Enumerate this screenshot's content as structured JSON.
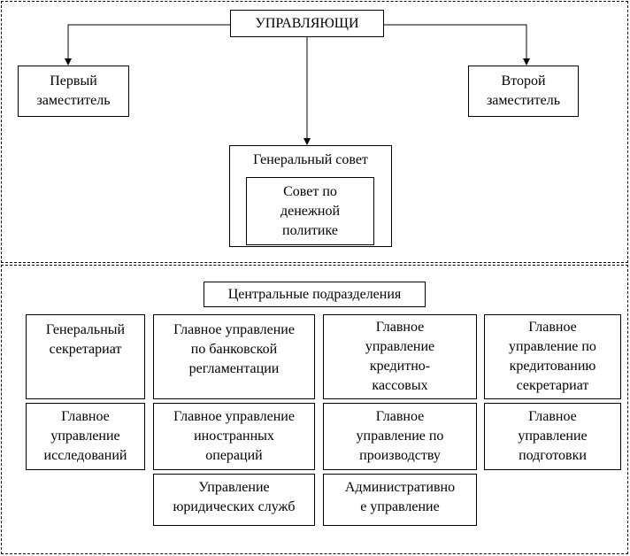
{
  "diagram": {
    "head": {
      "label": "УПРАВЛЯЮЩИ"
    },
    "first_deputy": {
      "lines": [
        "Первый",
        "заместитель"
      ]
    },
    "second_deputy": {
      "lines": [
        "Второй",
        "заместитель"
      ]
    },
    "general_council": {
      "label": "Генеральный совет",
      "inner": {
        "lines": [
          "Совет по",
          "денежной",
          "политике"
        ]
      }
    },
    "central_units": {
      "title": "Центральные подразделения",
      "units": [
        {
          "id": "general-secretariat",
          "lines": [
            "Генеральный",
            "секретариат"
          ]
        },
        {
          "id": "banking-regulation",
          "lines": [
            "Главное управление",
            "по банковской",
            "регламентации"
          ]
        },
        {
          "id": "credit-cash",
          "lines": [
            "Главное",
            "управление",
            "кредитно-",
            "кассовых"
          ]
        },
        {
          "id": "crediting-secretariat",
          "lines": [
            "Главное",
            "управление по",
            "кредитованию",
            "секретариат"
          ]
        },
        {
          "id": "research",
          "lines": [
            "Главное",
            "управление",
            "исследований"
          ]
        },
        {
          "id": "foreign-operations",
          "lines": [
            "Главное управление",
            "иностранных",
            "операций"
          ]
        },
        {
          "id": "production",
          "lines": [
            "Главное",
            "управление по",
            "производству"
          ]
        },
        {
          "id": "training",
          "lines": [
            "Главное",
            "управление",
            "подготовки"
          ]
        },
        {
          "id": "legal-services",
          "lines": [
            "Управление",
            "юридических служб"
          ]
        },
        {
          "id": "administrative",
          "lines": [
            "Административно",
            "е управление"
          ]
        }
      ]
    }
  }
}
